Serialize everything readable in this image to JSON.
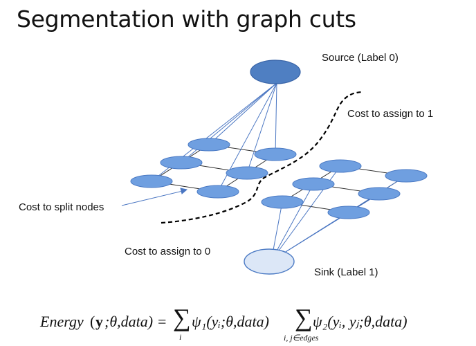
{
  "title": "Segmentation with graph cuts",
  "labels": {
    "source": "Source (Label 0)",
    "cost_assign_1": "Cost to assign to 1",
    "cost_split": "Cost to split nodes",
    "cost_assign_0": "Cost to assign to 0",
    "sink": "Sink (Label 1)"
  },
  "formula": {
    "energy": "Energy",
    "lhs_open": "(",
    "y": "y",
    "lhs_rest": ";θ,data) =",
    "sum": "∑",
    "sum_sub_i": "i",
    "psi1": "ψ₁(yᵢ;θ,data)",
    "psi2": "ψ₂(yᵢ, yⱼ;θ,data)",
    "sum_sub_edges": "i, j∈edges"
  },
  "colors": {
    "node_fill": "#6f9fe0",
    "node_stroke": "#4b7ac4",
    "source_fill": "#4f7fc2",
    "sink_fill": "#dce7f7",
    "edge_line": "#2e2e2e",
    "link_line": "#4a76c2",
    "cut_line": "#000000"
  }
}
